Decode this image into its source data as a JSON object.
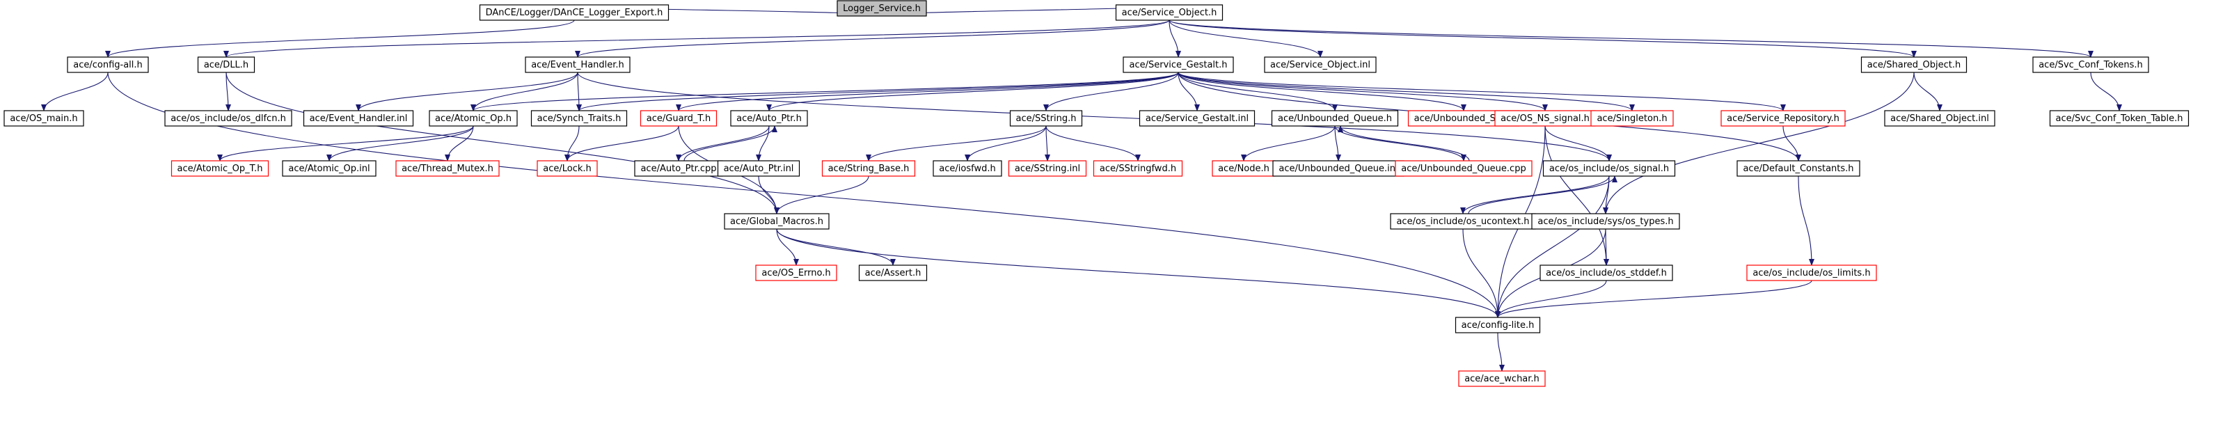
{
  "colors": {
    "edge": "#191970",
    "root_fill": "#bfbfbf",
    "documented": "#000000",
    "undocumented": "#ff0000",
    "background": "#ffffff"
  },
  "nodes": [
    {
      "id": "logger_service",
      "label": "Logger_Service.h",
      "kind": "root"
    },
    {
      "id": "dance_logger_export",
      "label": "DAnCE/Logger/DAnCE_Logger_Export.h",
      "kind": "documented"
    },
    {
      "id": "service_object",
      "label": "ace/Service_Object.h",
      "kind": "documented"
    },
    {
      "id": "config_all",
      "label": "ace/config-all.h",
      "kind": "documented"
    },
    {
      "id": "dll",
      "label": "ace/DLL.h",
      "kind": "documented"
    },
    {
      "id": "event_handler",
      "label": "ace/Event_Handler.h",
      "kind": "documented"
    },
    {
      "id": "service_gestalt",
      "label": "ace/Service_Gestalt.h",
      "kind": "documented"
    },
    {
      "id": "service_object_inl",
      "label": "ace/Service_Object.inl",
      "kind": "documented"
    },
    {
      "id": "shared_object",
      "label": "ace/Shared_Object.h",
      "kind": "documented"
    },
    {
      "id": "svc_conf_tokens",
      "label": "ace/Svc_Conf_Tokens.h",
      "kind": "documented"
    },
    {
      "id": "os_main",
      "label": "ace/OS_main.h",
      "kind": "documented"
    },
    {
      "id": "os_dlfcn",
      "label": "ace/os_include/os_dlfcn.h",
      "kind": "documented"
    },
    {
      "id": "event_handler_inl",
      "label": "ace/Event_Handler.inl",
      "kind": "documented"
    },
    {
      "id": "atomic_op",
      "label": "ace/Atomic_Op.h",
      "kind": "documented"
    },
    {
      "id": "synch_traits",
      "label": "ace/Synch_Traits.h",
      "kind": "documented"
    },
    {
      "id": "guard_t",
      "label": "ace/Guard_T.h",
      "kind": "undocumented"
    },
    {
      "id": "auto_ptr",
      "label": "ace/Auto_Ptr.h",
      "kind": "documented"
    },
    {
      "id": "sstring",
      "label": "ace/SString.h",
      "kind": "documented"
    },
    {
      "id": "service_gestalt_inl",
      "label": "ace/Service_Gestalt.inl",
      "kind": "documented"
    },
    {
      "id": "unbounded_queue",
      "label": "ace/Unbounded_Queue.h",
      "kind": "documented"
    },
    {
      "id": "unbounded_set",
      "label": "ace/Unbounded_Set.h",
      "kind": "undocumented"
    },
    {
      "id": "os_ns_signal",
      "label": "ace/OS_NS_signal.h",
      "kind": "undocumented"
    },
    {
      "id": "singleton",
      "label": "ace/Singleton.h",
      "kind": "undocumented"
    },
    {
      "id": "service_repository",
      "label": "ace/Service_Repository.h",
      "kind": "undocumented"
    },
    {
      "id": "shared_object_inl",
      "label": "ace/Shared_Object.inl",
      "kind": "documented"
    },
    {
      "id": "svc_conf_token_table",
      "label": "ace/Svc_Conf_Token_Table.h",
      "kind": "documented"
    },
    {
      "id": "atomic_op_t",
      "label": "ace/Atomic_Op_T.h",
      "kind": "undocumented"
    },
    {
      "id": "atomic_op_inl",
      "label": "ace/Atomic_Op.inl",
      "kind": "documented"
    },
    {
      "id": "thread_mutex",
      "label": "ace/Thread_Mutex.h",
      "kind": "undocumented"
    },
    {
      "id": "lock",
      "label": "ace/Lock.h",
      "kind": "undocumented"
    },
    {
      "id": "auto_ptr_cpp",
      "label": "ace/Auto_Ptr.cpp",
      "kind": "documented"
    },
    {
      "id": "auto_ptr_inl",
      "label": "ace/Auto_Ptr.inl",
      "kind": "documented"
    },
    {
      "id": "string_base",
      "label": "ace/String_Base.h",
      "kind": "undocumented"
    },
    {
      "id": "iosfwd",
      "label": "ace/iosfwd.h",
      "kind": "documented"
    },
    {
      "id": "sstring_inl",
      "label": "ace/SString.inl",
      "kind": "undocumented"
    },
    {
      "id": "sstringfwd",
      "label": "ace/SStringfwd.h",
      "kind": "undocumented"
    },
    {
      "id": "node",
      "label": "ace/Node.h",
      "kind": "undocumented"
    },
    {
      "id": "unbounded_queue_inl",
      "label": "ace/Unbounded_Queue.inl",
      "kind": "documented"
    },
    {
      "id": "unbounded_queue_cpp",
      "label": "ace/Unbounded_Queue.cpp",
      "kind": "undocumented"
    },
    {
      "id": "os_signal",
      "label": "ace/os_include/os_signal.h",
      "kind": "documented"
    },
    {
      "id": "default_constants",
      "label": "ace/Default_Constants.h",
      "kind": "documented"
    },
    {
      "id": "global_macros",
      "label": "ace/Global_Macros.h",
      "kind": "documented"
    },
    {
      "id": "os_ucontext",
      "label": "ace/os_include/os_ucontext.h",
      "kind": "documented"
    },
    {
      "id": "os_types",
      "label": "ace/os_include/sys/os_types.h",
      "kind": "documented"
    },
    {
      "id": "os_errno",
      "label": "ace/OS_Errno.h",
      "kind": "undocumented"
    },
    {
      "id": "assert",
      "label": "ace/Assert.h",
      "kind": "documented"
    },
    {
      "id": "os_stddef",
      "label": "ace/os_include/os_stddef.h",
      "kind": "documented"
    },
    {
      "id": "os_limits",
      "label": "ace/os_include/os_limits.h",
      "kind": "undocumented"
    },
    {
      "id": "config_lite",
      "label": "ace/config-lite.h",
      "kind": "documented"
    },
    {
      "id": "ace_wchar",
      "label": "ace/ace_wchar.h",
      "kind": "undocumented"
    }
  ],
  "edges": [
    [
      "logger_service",
      "dance_logger_export"
    ],
    [
      "logger_service",
      "service_object"
    ],
    [
      "dance_logger_export",
      "config_all"
    ],
    [
      "service_object",
      "dll"
    ],
    [
      "service_object",
      "event_handler"
    ],
    [
      "service_object",
      "service_gestalt"
    ],
    [
      "service_object",
      "service_object_inl"
    ],
    [
      "service_object",
      "shared_object"
    ],
    [
      "service_object",
      "svc_conf_tokens"
    ],
    [
      "config_all",
      "os_main"
    ],
    [
      "config_all",
      "config_lite"
    ],
    [
      "dll",
      "os_dlfcn"
    ],
    [
      "dll",
      "global_macros"
    ],
    [
      "event_handler",
      "event_handler_inl"
    ],
    [
      "event_handler",
      "atomic_op"
    ],
    [
      "event_handler",
      "synch_traits"
    ],
    [
      "event_handler",
      "os_signal"
    ],
    [
      "service_gestalt",
      "atomic_op"
    ],
    [
      "service_gestalt",
      "synch_traits"
    ],
    [
      "service_gestalt",
      "guard_t"
    ],
    [
      "service_gestalt",
      "auto_ptr"
    ],
    [
      "service_gestalt",
      "sstring"
    ],
    [
      "service_gestalt",
      "service_gestalt_inl"
    ],
    [
      "service_gestalt",
      "unbounded_queue"
    ],
    [
      "service_gestalt",
      "unbounded_set"
    ],
    [
      "service_gestalt",
      "os_ns_signal"
    ],
    [
      "service_gestalt",
      "singleton"
    ],
    [
      "service_gestalt",
      "service_repository"
    ],
    [
      "service_gestalt",
      "default_constants"
    ],
    [
      "shared_object",
      "shared_object_inl"
    ],
    [
      "shared_object",
      "os_types"
    ],
    [
      "svc_conf_tokens",
      "svc_conf_token_table"
    ],
    [
      "atomic_op",
      "atomic_op_t"
    ],
    [
      "atomic_op",
      "atomic_op_inl"
    ],
    [
      "atomic_op",
      "thread_mutex"
    ],
    [
      "synch_traits",
      "lock"
    ],
    [
      "guard_t",
      "lock"
    ],
    [
      "guard_t",
      "global_macros"
    ],
    [
      "auto_ptr",
      "auto_ptr_cpp"
    ],
    [
      "auto_ptr",
      "auto_ptr_inl"
    ],
    [
      "auto_ptr_cpp",
      "auto_ptr"
    ],
    [
      "auto_ptr_inl",
      "global_macros"
    ],
    [
      "sstring",
      "string_base"
    ],
    [
      "sstring",
      "iosfwd"
    ],
    [
      "sstring",
      "sstring_inl"
    ],
    [
      "sstring",
      "sstringfwd"
    ],
    [
      "string_base",
      "global_macros"
    ],
    [
      "unbounded_queue",
      "node"
    ],
    [
      "unbounded_queue",
      "unbounded_queue_inl"
    ],
    [
      "unbounded_queue",
      "unbounded_queue_cpp"
    ],
    [
      "unbounded_queue_cpp",
      "unbounded_queue"
    ],
    [
      "os_ns_signal",
      "os_signal"
    ],
    [
      "os_ns_signal",
      "os_stddef"
    ],
    [
      "os_ns_signal",
      "config_lite"
    ],
    [
      "service_repository",
      "default_constants"
    ],
    [
      "os_signal",
      "os_ucontext"
    ],
    [
      "os_signal",
      "os_types"
    ],
    [
      "os_signal",
      "config_lite"
    ],
    [
      "os_ucontext",
      "os_signal"
    ],
    [
      "os_ucontext",
      "config_lite"
    ],
    [
      "default_constants",
      "os_limits"
    ],
    [
      "global_macros",
      "os_errno"
    ],
    [
      "global_macros",
      "assert"
    ],
    [
      "global_macros",
      "config_lite"
    ],
    [
      "os_types",
      "os_stddef"
    ],
    [
      "os_types",
      "config_lite"
    ],
    [
      "os_stddef",
      "config_lite"
    ],
    [
      "os_limits",
      "config_lite"
    ],
    [
      "config_lite",
      "ace_wchar"
    ]
  ]
}
